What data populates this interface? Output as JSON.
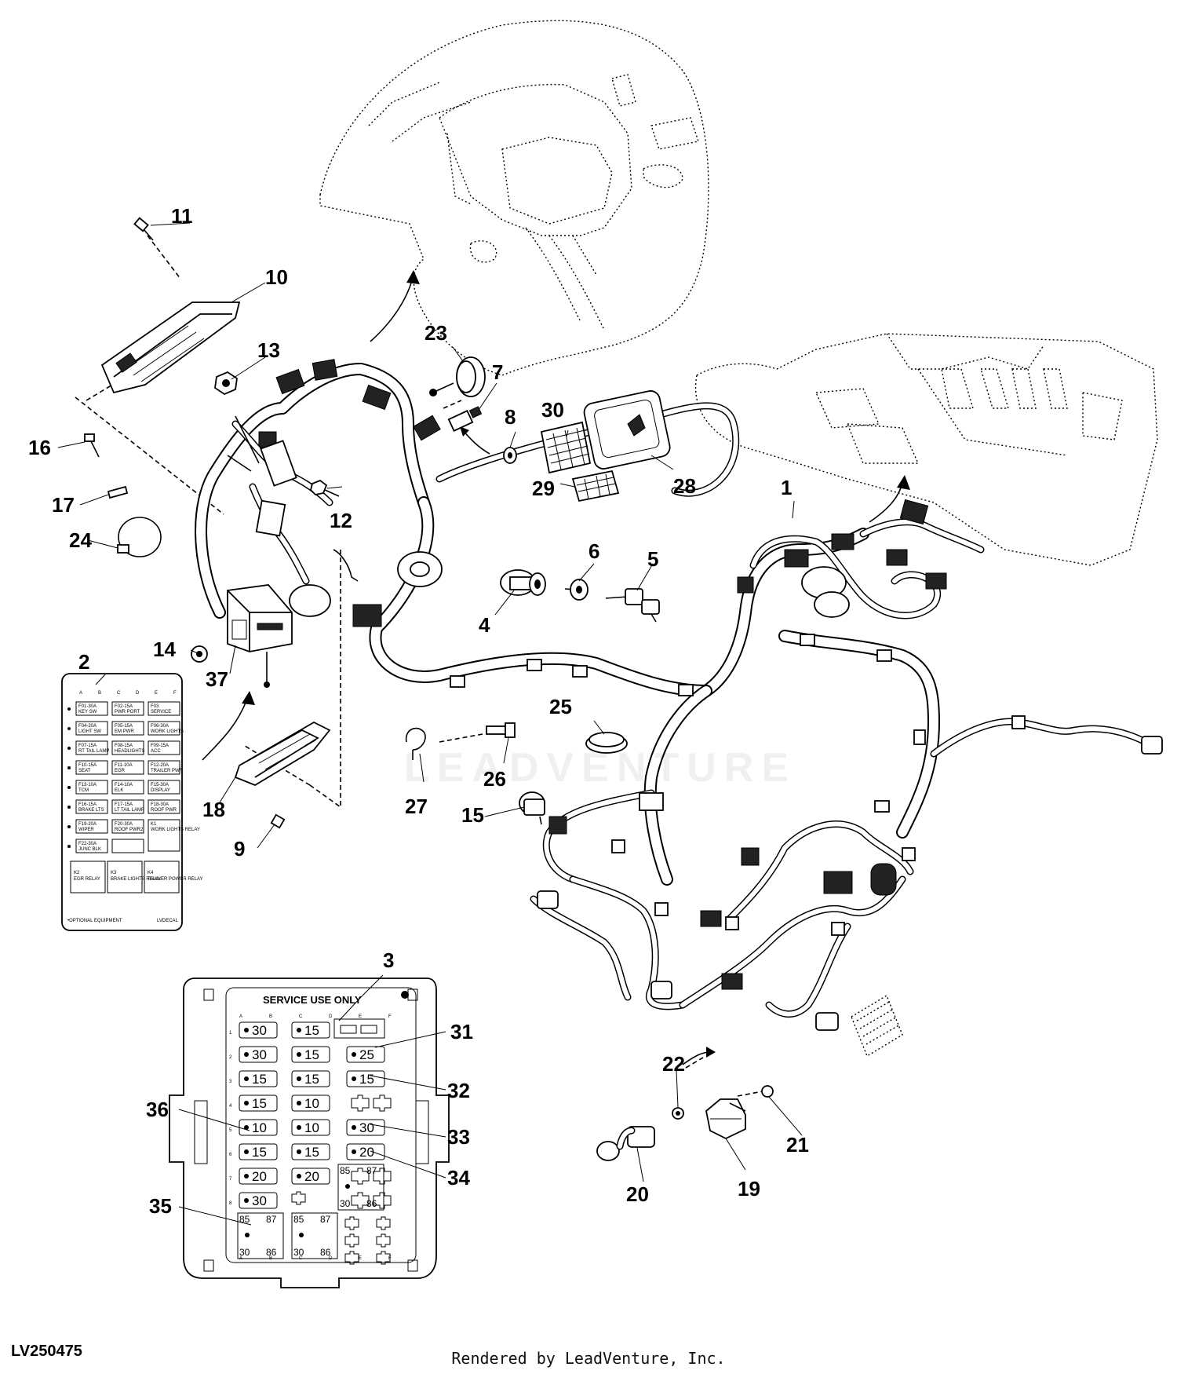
{
  "figure_id": "LV250475",
  "credit": "Rendered by LeadVenture, Inc.",
  "watermark": "LEADVENTURE",
  "callouts": [
    "1",
    "2",
    "3",
    "4",
    "5",
    "6",
    "7",
    "8",
    "9",
    "10",
    "11",
    "12",
    "13",
    "14",
    "15",
    "16",
    "17",
    "18",
    "19",
    "20",
    "21",
    "22",
    "23",
    "24",
    "25",
    "26",
    "27",
    "28",
    "29",
    "30",
    "31",
    "32",
    "33",
    "34",
    "35",
    "36",
    "37"
  ],
  "fuse_box": {
    "header": "SERVICE USE ONLY",
    "column_letters": [
      "A",
      "B",
      "C",
      "D",
      "E",
      "F"
    ],
    "rows": [
      [
        "30",
        "15"
      ],
      [
        "30",
        "15",
        "25"
      ],
      [
        "15",
        "15",
        "15"
      ],
      [
        "15",
        "10"
      ],
      [
        "10",
        "10",
        "30"
      ],
      [
        "15",
        "15",
        "20"
      ],
      [
        "20",
        "20"
      ],
      [
        "30"
      ]
    ],
    "relay_pins": [
      "85",
      "87",
      "30",
      "86"
    ]
  },
  "fuse_decal": {
    "cells": [
      [
        "F01-30A KEY SW",
        "F02-15A PWR PORT",
        "F03 SERVICE"
      ],
      [
        "F04-20A LIGHT SW",
        "F05-15A EM PWR",
        "F06-30A WORK LIGHTS"
      ],
      [
        "F07-15A RT TAIL LAMP",
        "F08-15A HEADLIGHTS",
        "F09-15A ACC"
      ],
      [
        "F10-15A SEAT",
        "F11-10A EGR",
        "F12-20A TRAILER PWR"
      ],
      [
        "F13-10A TCM",
        "F14-10A ELK",
        "F15-30A DISPLAY"
      ],
      [
        "F16-15A BRAKE LTS",
        "F17-15A LT TAIL LAMP",
        "F18-30A ROOF PWR"
      ],
      [
        "F19-20A WIPER",
        "F20-30A ROOF PWR2",
        "K1 WORK LIGHTS RELAY"
      ],
      [
        "F22-30A JUNC BLK",
        "",
        ""
      ]
    ],
    "relays": [
      "K2 EGR RELAY",
      "K3 BRAKE LIGHTS RELAY",
      "K4 TRAILER POWER RELAY"
    ],
    "footnote": "•OPTIONAL EQUIPMENT",
    "code": "LVDECAL"
  }
}
